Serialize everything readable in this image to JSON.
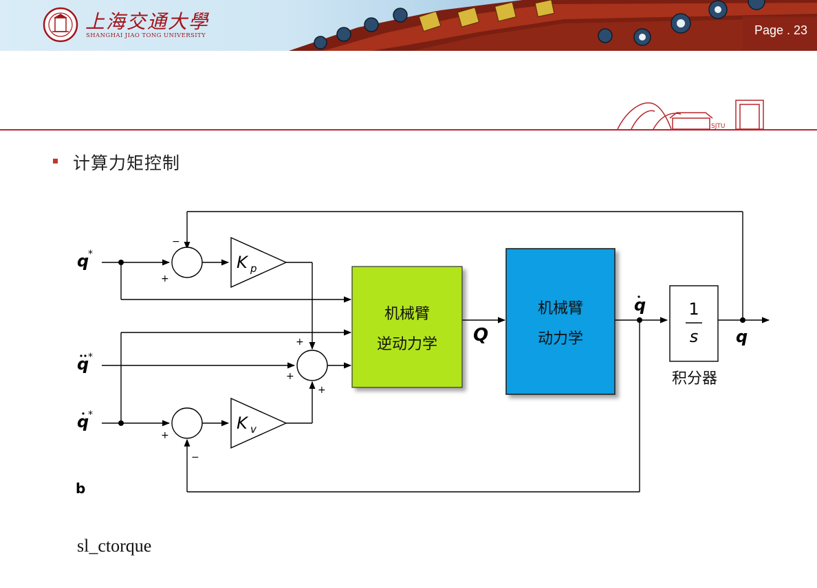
{
  "header": {
    "university_cn": "上海交通大學",
    "university_en": "SHANGHAI JIAO TONG UNIVERSITY",
    "page_number": "Page . 23"
  },
  "slide": {
    "bullet": "计算力矩控制",
    "caption": "sl_ctorque"
  },
  "diagram": {
    "inputs": {
      "q_star": "q",
      "qdd_star": "q",
      "qd_star": "q",
      "star": "*"
    },
    "gains": {
      "kp_main": "K",
      "kp_sub": "p",
      "kv_main": "K",
      "kv_sub": "v"
    },
    "signs": {
      "plus": "+",
      "minus": "−"
    },
    "inverse_block": {
      "line1": "机械臂",
      "line2": "逆动力学"
    },
    "dynamics_block": {
      "line1": "机械臂",
      "line2": "动力学"
    },
    "torque_label": "Q",
    "velocity_label": "q",
    "integrator": {
      "numerator": "1",
      "denominator": "s",
      "label": "积分器"
    },
    "output_label": "q",
    "panel_letter": "b"
  },
  "colors": {
    "brand_red": "#a3141b",
    "inverse_block": "#b2e41a",
    "dynamics_block": "#0a9ee3"
  }
}
